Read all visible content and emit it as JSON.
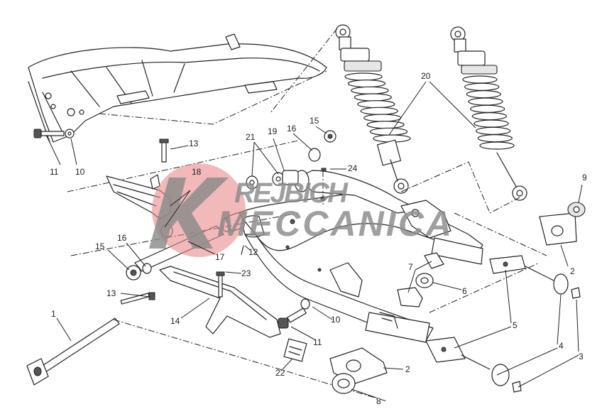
{
  "watermark": {
    "brand_line1": "REJBICH",
    "brand_line2": "MECCANICA",
    "initial": "K",
    "circle_color": "#e88b8b",
    "text_color": "#8a8a8a"
  },
  "callouts": {
    "c1": "1",
    "c2a": "2",
    "c2b": "2",
    "c3": "3",
    "c4": "4",
    "c5": "5",
    "c6": "6",
    "c7": "7",
    "c8": "8",
    "c9": "9",
    "c10a": "10",
    "c10b": "10",
    "c11a": "11",
    "c11b": "11",
    "c12": "12",
    "c13a": "13",
    "c13b": "13",
    "c14": "14",
    "c15a": "15",
    "c15b": "15",
    "c16a": "16",
    "c16b": "16",
    "c17": "17",
    "c18": "18",
    "c19": "19",
    "c20": "20",
    "c21": "21",
    "c22": "22",
    "c23": "23",
    "c24": "24"
  }
}
